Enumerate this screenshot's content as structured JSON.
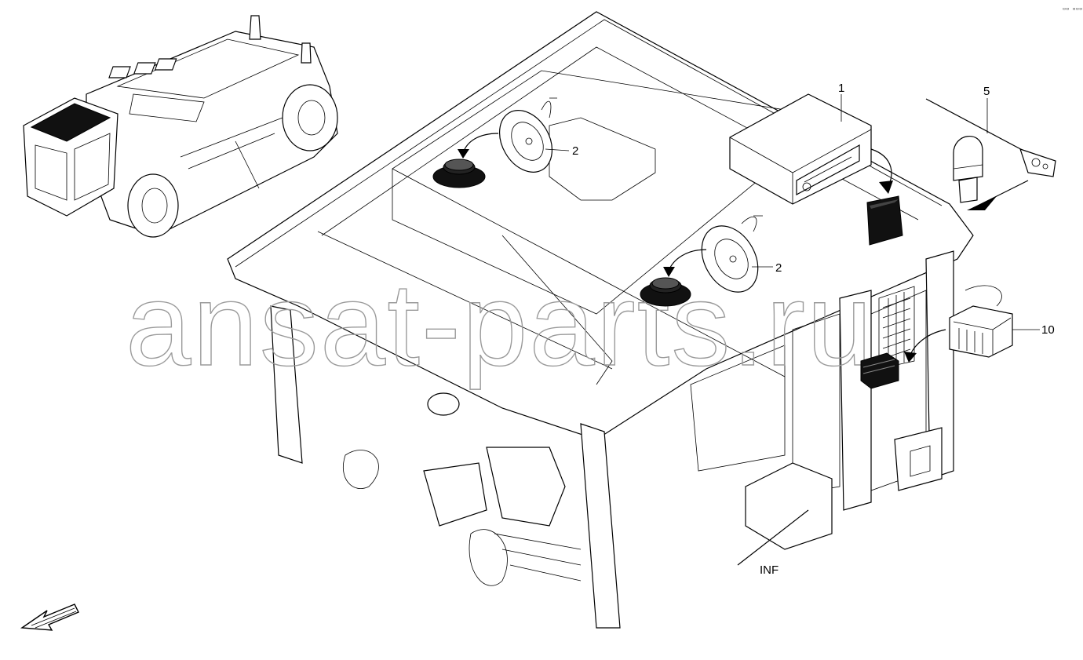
{
  "diagram": {
    "watermark": "ansat-parts.ru",
    "corner_mark": "▫▫ ▫▫▫",
    "callouts": [
      {
        "id": "1",
        "text": "1"
      },
      {
        "id": "2a",
        "text": "2"
      },
      {
        "id": "2b",
        "text": "2"
      },
      {
        "id": "5",
        "text": "5"
      },
      {
        "id": "10",
        "text": "10"
      }
    ],
    "panel_badge": "INF"
  }
}
